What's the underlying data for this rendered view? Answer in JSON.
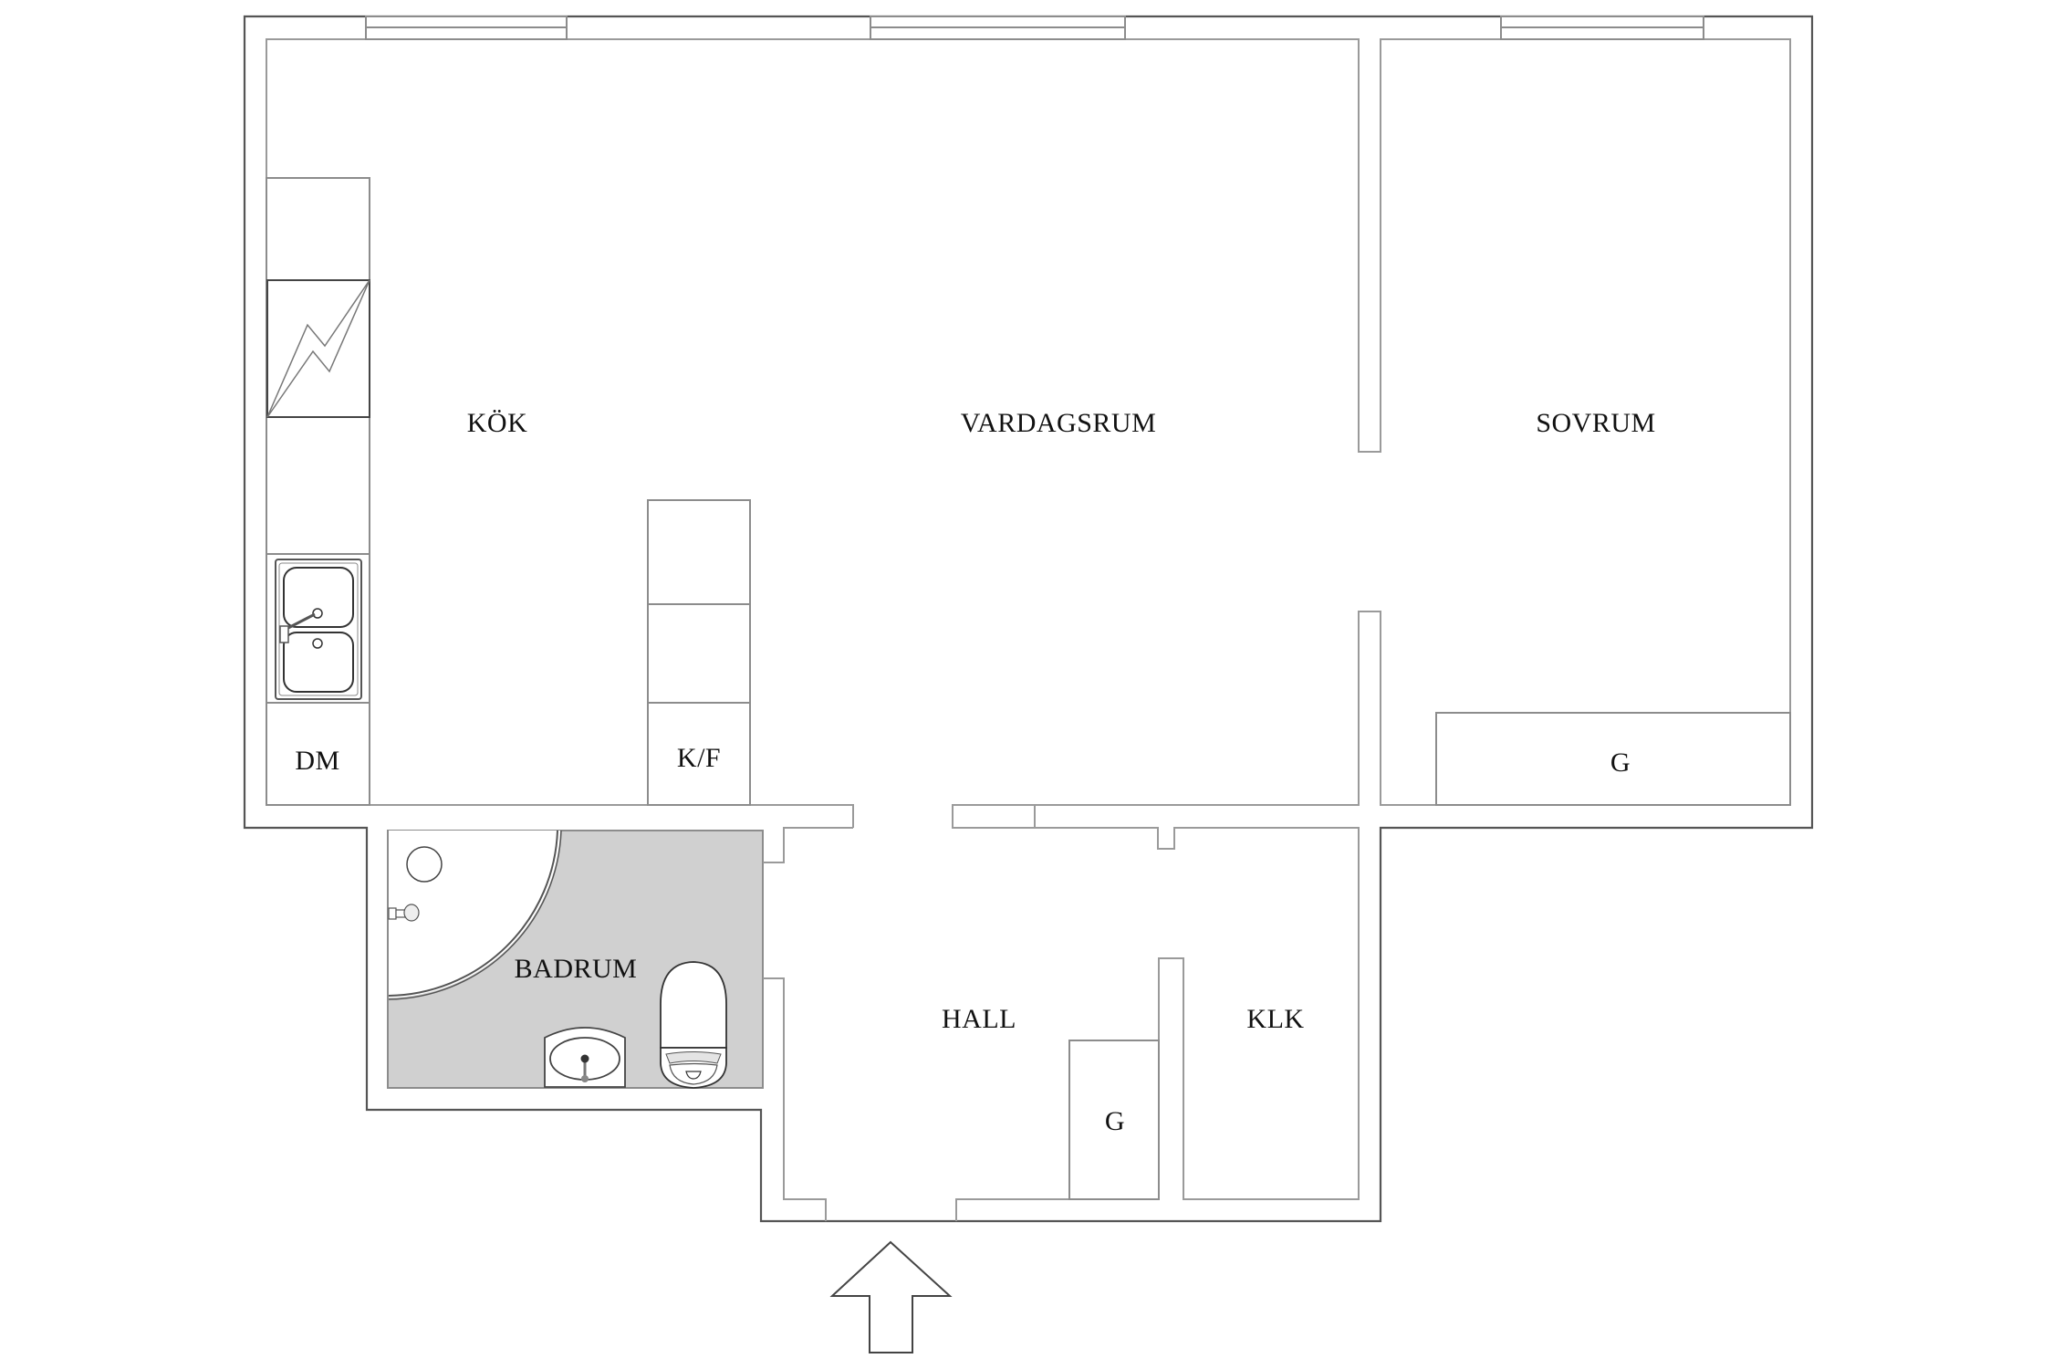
{
  "plan": {
    "type": "floor-plan",
    "colors": {
      "background": "#ffffff",
      "wall_outline": "#555555",
      "inner_outline": "#9a9a9a",
      "bathroom_fill": "#d0d0d0",
      "text": "#111111"
    },
    "rooms": [
      {
        "id": "kok",
        "label": "KÖK"
      },
      {
        "id": "vardagsrum",
        "label": "VARDAGSRUM"
      },
      {
        "id": "sovrum",
        "label": "SOVRUM"
      },
      {
        "id": "badrum",
        "label": "BADRUM"
      },
      {
        "id": "hall",
        "label": "HALL"
      },
      {
        "id": "klk",
        "label": "KLK"
      }
    ],
    "fixtures": [
      {
        "id": "dm",
        "label": "DM"
      },
      {
        "id": "kf",
        "label": "K/F"
      },
      {
        "id": "g_sovrum",
        "label": "G"
      },
      {
        "id": "g_hall",
        "label": "G"
      }
    ],
    "symbols": [
      "stove",
      "double-sink",
      "shower",
      "washbasin",
      "toilet",
      "entrance-arrow"
    ],
    "windows": 3
  }
}
